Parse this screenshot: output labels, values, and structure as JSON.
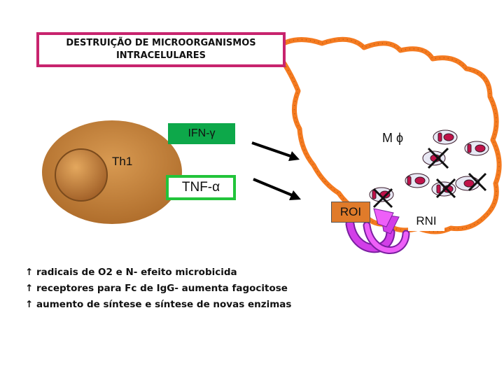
{
  "title": {
    "line1": "DESTRUIÇÃO DE MICROORGANISMOS",
    "line2": "INTRACELULARES"
  },
  "cells": {
    "th1_label": "Th1",
    "macrophage_label": "M ϕ"
  },
  "cytokines": {
    "ifn": "IFN-γ",
    "tnf": "TNF-α"
  },
  "products": {
    "roi": "ROI",
    "rni": "RNI"
  },
  "effects": [
    {
      "arrow": "↑",
      "text": "radicais de O2 e N- efeito microbicida"
    },
    {
      "arrow": "↑",
      "text": "receptores para Fc de IgG- aumenta fagocitose"
    },
    {
      "arrow": "↑",
      "text": "aumento de síntese e síntese de novas enzimas"
    }
  ],
  "colors": {
    "title_border": "#c8246e",
    "th1_cell": "#c0813c",
    "macrophage_outline": "#f47a20",
    "cytokine_border": "#22c43a",
    "ifn_fill": "#0da84a",
    "bacteria": "#c0124a",
    "roi_arrow": "#c23ad6",
    "roi_fill": "#e07b2a"
  }
}
